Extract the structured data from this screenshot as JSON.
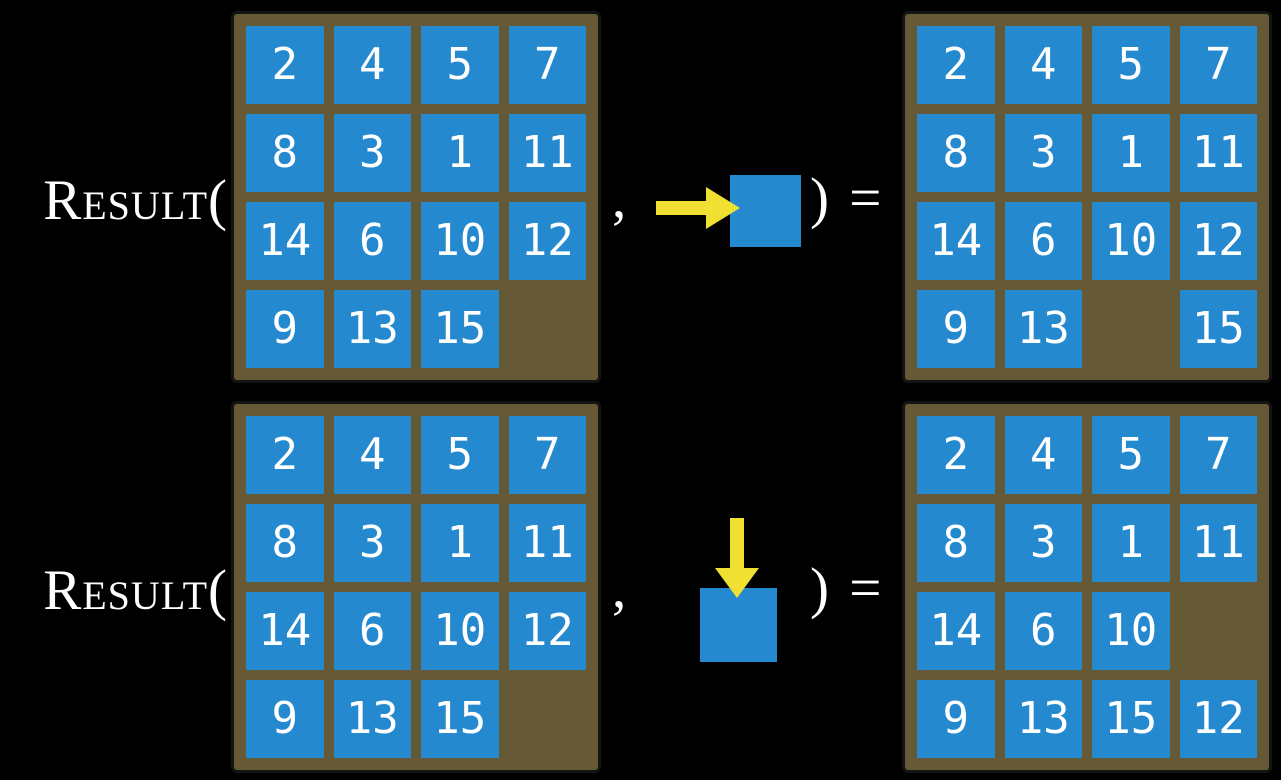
{
  "colors": {
    "background": "#000000",
    "board_frame": "#665936",
    "board_border": "#141414",
    "tile_blue": "#2589d0",
    "tile_text": "#ffffff",
    "arrow_yellow": "#f0e032",
    "label_text": "#ffffff"
  },
  "equations": [
    {
      "label": "Result(",
      "comma": ",",
      "close": ") =",
      "arrow_direction": "right",
      "state": [
        [
          "2",
          "4",
          "5",
          "7"
        ],
        [
          "8",
          "3",
          "1",
          "11"
        ],
        [
          "14",
          "6",
          "10",
          "12"
        ],
        [
          "9",
          "13",
          "15",
          ""
        ]
      ],
      "result": [
        [
          "2",
          "4",
          "5",
          "7"
        ],
        [
          "8",
          "3",
          "1",
          "11"
        ],
        [
          "14",
          "6",
          "10",
          "12"
        ],
        [
          "9",
          "13",
          "",
          "15"
        ]
      ]
    },
    {
      "label": "Result(",
      "comma": ",",
      "close": ") =",
      "arrow_direction": "down",
      "state": [
        [
          "2",
          "4",
          "5",
          "7"
        ],
        [
          "8",
          "3",
          "1",
          "11"
        ],
        [
          "14",
          "6",
          "10",
          "12"
        ],
        [
          "9",
          "13",
          "15",
          ""
        ]
      ],
      "result": [
        [
          "2",
          "4",
          "5",
          "7"
        ],
        [
          "8",
          "3",
          "1",
          "11"
        ],
        [
          "14",
          "6",
          "10",
          ""
        ],
        [
          "9",
          "13",
          "15",
          "12"
        ]
      ]
    }
  ]
}
